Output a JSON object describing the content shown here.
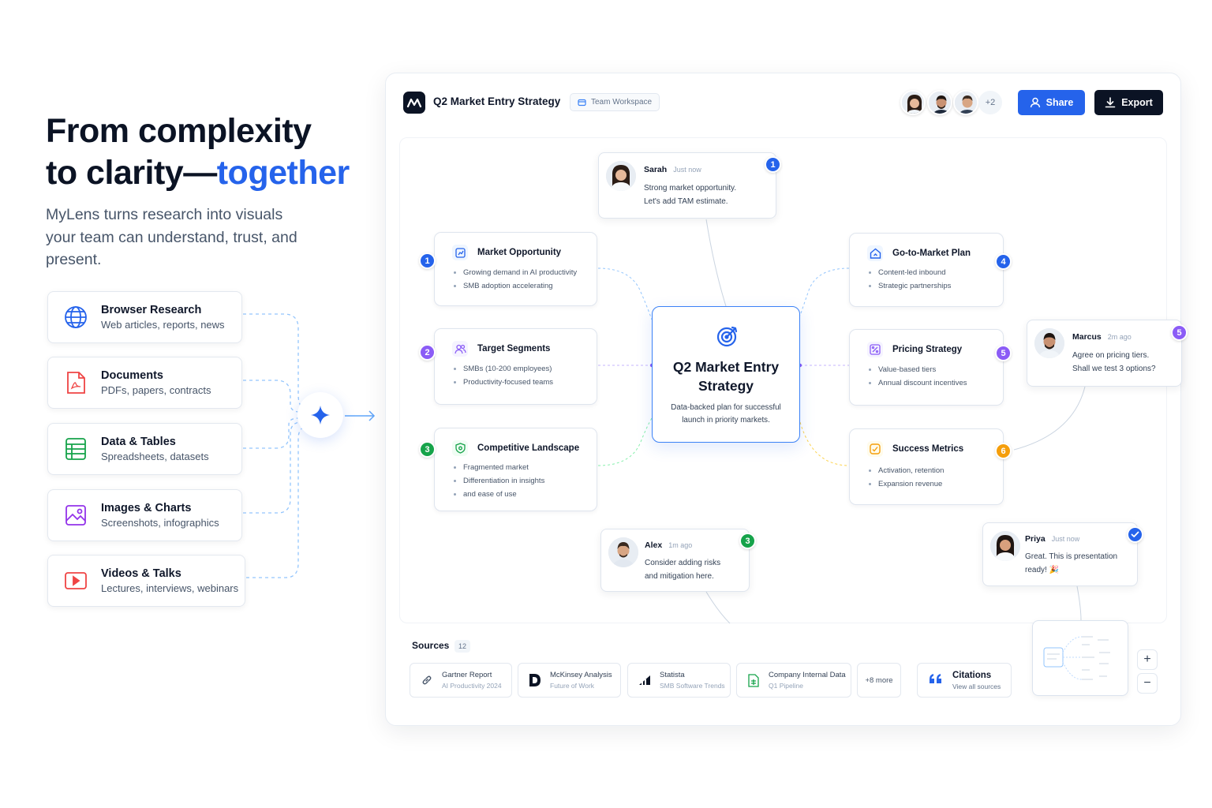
{
  "hero": {
    "title_line1": "From complexity",
    "title_line2_prefix": "to clarity—",
    "title_line2_accent": "together",
    "subtitle": "MyLens turns research into visuals your team can understand, trust, and present."
  },
  "source_types": [
    {
      "title": "Browser Research",
      "desc": "Web articles, reports, news",
      "icon": "globe-icon",
      "color": "#2563eb"
    },
    {
      "title": "Documents",
      "desc": "PDFs, papers, contracts",
      "icon": "pdf-icon",
      "color": "#ef4444"
    },
    {
      "title": "Data & Tables",
      "desc": "Spreadsheets, datasets",
      "icon": "spreadsheet-icon",
      "color": "#16a34a"
    },
    {
      "title": "Images & Charts",
      "desc": "Screenshots, infographics",
      "icon": "image-icon",
      "color": "#9333ea"
    },
    {
      "title": "Videos & Talks",
      "desc": "Lectures, interviews, webinars",
      "icon": "video-icon",
      "color": "#ef4444"
    }
  ],
  "header": {
    "doc_title": "Q2 Market Entry Strategy",
    "workspace": "Team Workspace",
    "extra_members": "+2",
    "share_label": "Share",
    "export_label": "Export"
  },
  "center": {
    "title": "Q2 Market Entry Strategy",
    "desc": "Data-backed plan for successful launch in priority markets."
  },
  "nodes": {
    "market": {
      "title": "Market Opportunity",
      "badge": "1",
      "b1": "Growing demand in AI productivity",
      "b2": "SMB adoption accelerating"
    },
    "segments": {
      "title": "Target Segments",
      "badge": "2",
      "b1": "SMBs (10-200 employees)",
      "b2": "Productivity-focused teams"
    },
    "competitive": {
      "title": "Competitive Landscape",
      "badge": "3",
      "b1": "Fragmented market",
      "b2": "Differentiation in insights",
      "b3": "and ease of use"
    },
    "gtm": {
      "title": "Go-to-Market Plan",
      "badge": "4",
      "b1": "Content-led inbound",
      "b2": "Strategic partnerships"
    },
    "pricing": {
      "title": "Pricing Strategy",
      "badge": "5",
      "b1": "Value-based tiers",
      "b2": "Annual discount incentives"
    },
    "metrics": {
      "title": "Success Metrics",
      "badge": "6",
      "b1": "Activation, retention",
      "b2": "Expansion revenue"
    }
  },
  "comments": {
    "sarah": {
      "name": "Sarah",
      "time": "Just now",
      "l1": "Strong market opportunity.",
      "l2": "Let's add TAM estimate.",
      "badge": "1"
    },
    "marcus": {
      "name": "Marcus",
      "time": "2m ago",
      "l1": "Agree on pricing tiers.",
      "l2": "Shall we test 3 options?",
      "badge": "5"
    },
    "alex": {
      "name": "Alex",
      "time": "1m ago",
      "l1": "Consider adding risks",
      "l2": "and mitigation here.",
      "badge": "3"
    },
    "priya": {
      "name": "Priya",
      "time": "Just now",
      "l1": "Great. This is presentation",
      "l2": "ready! 🎉"
    }
  },
  "sources": {
    "label": "Sources",
    "count": "12",
    "items": [
      {
        "title": "Gartner Report",
        "sub": "AI Productivity 2024"
      },
      {
        "title": "McKinsey Analysis",
        "sub": "Future of Work"
      },
      {
        "title": "Statista",
        "sub": "SMB Software Trends"
      },
      {
        "title": "Company Internal Data",
        "sub": "Q1 Pipeline"
      }
    ],
    "more": "+8 more",
    "citations_title": "Citations",
    "citations_sub": "View all sources"
  },
  "zoom": {
    "in": "+",
    "out": "−"
  },
  "colors": {
    "accent": "#2563eb",
    "purple": "#8b5cf6",
    "green": "#16a34a",
    "orange": "#f59e0b",
    "dark": "#0b1324"
  }
}
